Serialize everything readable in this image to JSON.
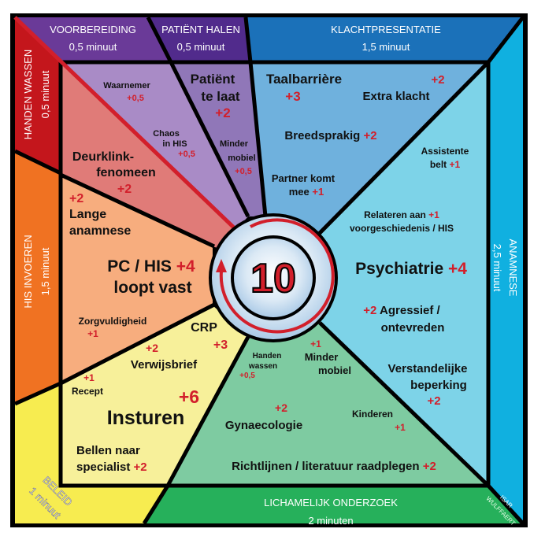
{
  "colors": {
    "voorbereiding": "#6a3a98",
    "patient_halen": "#512b8c",
    "klachtpresentatie": "#1b71b9",
    "anamnese": "#10b0e0",
    "lichamelijk_onderzoek": "#26b05b",
    "beleid": "#f7ec50",
    "his_invoeren": "#f07222",
    "handen_wassen": "#c4161c",
    "accent_red": "#d21f2b"
  },
  "bands": {
    "voorbereiding": {
      "title": "VOORBEREIDING",
      "time": "0,5 minuut"
    },
    "patient_halen": {
      "title": "PATIËNT HALEN",
      "time": "0,5 minuut"
    },
    "klachtpresentatie": {
      "title": "KLACHTPRESENTATIE",
      "time": "1,5 minuut"
    },
    "handen_wassen": {
      "title": "HANDEN WASSEN",
      "time": "0,5 minuut"
    },
    "his_invoeren": {
      "title": "HIS INVOEREN",
      "time": "1,5 minuut"
    },
    "anamnese": {
      "title": "ANAMNESE",
      "time": "2,5 minuut"
    },
    "beleid": {
      "title": "BELEID",
      "time": "1 minuut"
    },
    "lichamelijk_onderzoek": {
      "title": "LICHAMELIJK ONDERZOEK",
      "time": "2 minuten"
    }
  },
  "signature": [
    "ISAR",
    "WULFFAERT"
  ],
  "center_value": "10",
  "factors": {
    "waarnemer": {
      "label": "Waarnemer",
      "value": "+0,5"
    },
    "chaos_his": {
      "label1": "Chaos",
      "label2": "in HIS",
      "value": "+0,5"
    },
    "patient_te_laat": {
      "label1": "Patiënt",
      "label2": "te laat",
      "value": "+2"
    },
    "minder_mobiel_top": {
      "label1": "Minder",
      "label2": "mobiel",
      "value": "+0,5"
    },
    "deurklink": {
      "label1": "Deurklink-",
      "label2": "fenomeen",
      "value": "+2"
    },
    "lange_anamnese": {
      "label1": "Lange",
      "label2": "anamnese",
      "value": "+2"
    },
    "pc_his": {
      "label1": "PC / HIS",
      "label2": "loopt vast",
      "value": "+4"
    },
    "zorgvuldigheid": {
      "label": "Zorgvuldigheid",
      "value": "+1"
    },
    "crp": {
      "label": "CRP",
      "value": "+3"
    },
    "verwijsbrief": {
      "label": "Verwijsbrief",
      "value": "+2"
    },
    "recept": {
      "label": "Recept",
      "value": "+1"
    },
    "insturen": {
      "label": "Insturen",
      "value": "+6"
    },
    "bellen": {
      "label1": "Bellen naar",
      "label2": "specialist",
      "value": "+2"
    },
    "taalbarriere": {
      "label": "Taalbarrière",
      "value": "+3"
    },
    "extra_klacht": {
      "label": "Extra klacht",
      "value": "+2"
    },
    "breedsprakig": {
      "label": "Breedsprakig",
      "value": "+2"
    },
    "partner": {
      "label1": "Partner komt",
      "label2": "mee",
      "value": "+1"
    },
    "assistente": {
      "label1": "Assistente",
      "label2": "belt",
      "value": "+1"
    },
    "relateren": {
      "label1": "Relateren aan",
      "label2": "voorgeschiedenis / HIS",
      "value": "+1"
    },
    "psychiatrie": {
      "label": "Psychiatrie",
      "value": "+4"
    },
    "agressief": {
      "label1": "Agressief /",
      "label2": "ontevreden",
      "value": "+2"
    },
    "verstandelijk": {
      "label1": "Verstandelijke",
      "label2": "beperking",
      "value": "+2"
    },
    "handen_wassen_item": {
      "label1": "Handen",
      "label2": "wassen",
      "value": "+0,5"
    },
    "minder_mobiel_bottom": {
      "label1": "Minder",
      "label2": "mobiel",
      "value": "+1"
    },
    "gynaecologie": {
      "label": "Gynaecologie",
      "value": "+2"
    },
    "kinderen": {
      "label": "Kinderen",
      "value": "+1"
    },
    "richtlijnen": {
      "label": "Richtlijnen / literatuur raadplegen",
      "value": "+2"
    }
  }
}
